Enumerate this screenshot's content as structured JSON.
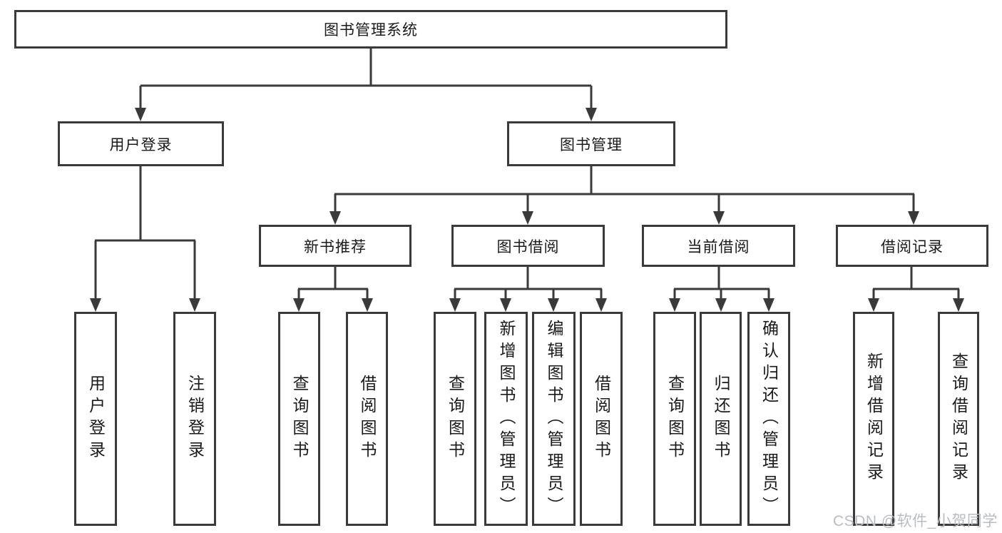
{
  "tree": {
    "root": {
      "label": "图书管理系统"
    },
    "branches": [
      {
        "label": "用户登录",
        "children": [
          {
            "label": "用户登录"
          },
          {
            "label": "注销登录"
          }
        ]
      },
      {
        "label": "图书管理",
        "children": [
          {
            "label": "新书推荐",
            "children": [
              {
                "label": "查询图书"
              },
              {
                "label": "借阅图书"
              }
            ]
          },
          {
            "label": "图书借阅",
            "children": [
              {
                "label": "查询图书"
              },
              {
                "label": "新增图书（管理员）"
              },
              {
                "label": "编辑图书（管理员）"
              },
              {
                "label": "借阅图书"
              }
            ]
          },
          {
            "label": "当前借阅",
            "children": [
              {
                "label": "查询图书"
              },
              {
                "label": "归还图书"
              },
              {
                "label": "确认归还（管理员）"
              }
            ]
          },
          {
            "label": "借阅记录",
            "children": [
              {
                "label": "新增借阅记录"
              },
              {
                "label": "查询借阅记录"
              }
            ]
          }
        ]
      }
    ]
  },
  "watermark": {
    "text": "CSDN @软件_小贺同学"
  },
  "colors": {
    "line": "#3a3a3a",
    "text": "#1a1a1a",
    "background": "#ffffff",
    "watermark": "#b9bdc2"
  }
}
